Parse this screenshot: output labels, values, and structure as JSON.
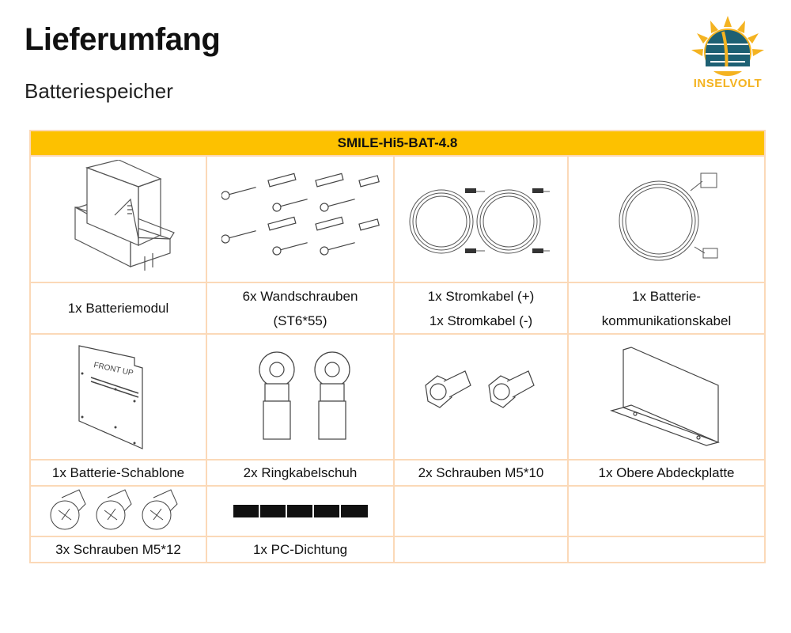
{
  "page": {
    "title": "Lieferumfang",
    "subtitle": "Batteriespeicher",
    "logo": {
      "text": "INSELVOLT",
      "icon": "inselvolt-sun-logo-icon",
      "colors": {
        "sun": "#f4b321",
        "globe": "#1d6073"
      }
    }
  },
  "table": {
    "header": "SMILE-Hi5-BAT-4.8",
    "header_color": "#fdc100",
    "border_color": "#fbd9b8",
    "rows": [
      {
        "images": [
          "battery-module-icon",
          "wall-screws-icon",
          "power-cables-icon",
          "communication-cable-icon"
        ],
        "labels": [
          [
            "1x Batteriemodul"
          ],
          [
            "6x Wandschrauben",
            "(ST6*55)"
          ],
          [
            "1x Stromkabel (+)",
            "1x Stromkabel (-)"
          ],
          [
            "1x Batterie-",
            "kommunikationskabel"
          ]
        ]
      },
      {
        "images": [
          "battery-template-icon",
          "ring-cable-lug-icon",
          "screws-m5x10-icon",
          "top-cover-plate-icon"
        ],
        "labels": [
          [
            "1x Batterie-Schablone"
          ],
          [
            "2x Ringkabelschuh"
          ],
          [
            "2x Schrauben M5*10"
          ],
          [
            "1x Obere Abdeckplatte"
          ]
        ]
      },
      {
        "images": [
          "screws-m5x12-icon",
          "pc-seal-icon",
          "",
          ""
        ],
        "labels": [
          [
            "3x Schrauben M5*12"
          ],
          [
            "1x PC-Dichtung"
          ],
          [
            ""
          ],
          [
            ""
          ]
        ]
      }
    ],
    "template_image_text": "FRONT UP"
  }
}
